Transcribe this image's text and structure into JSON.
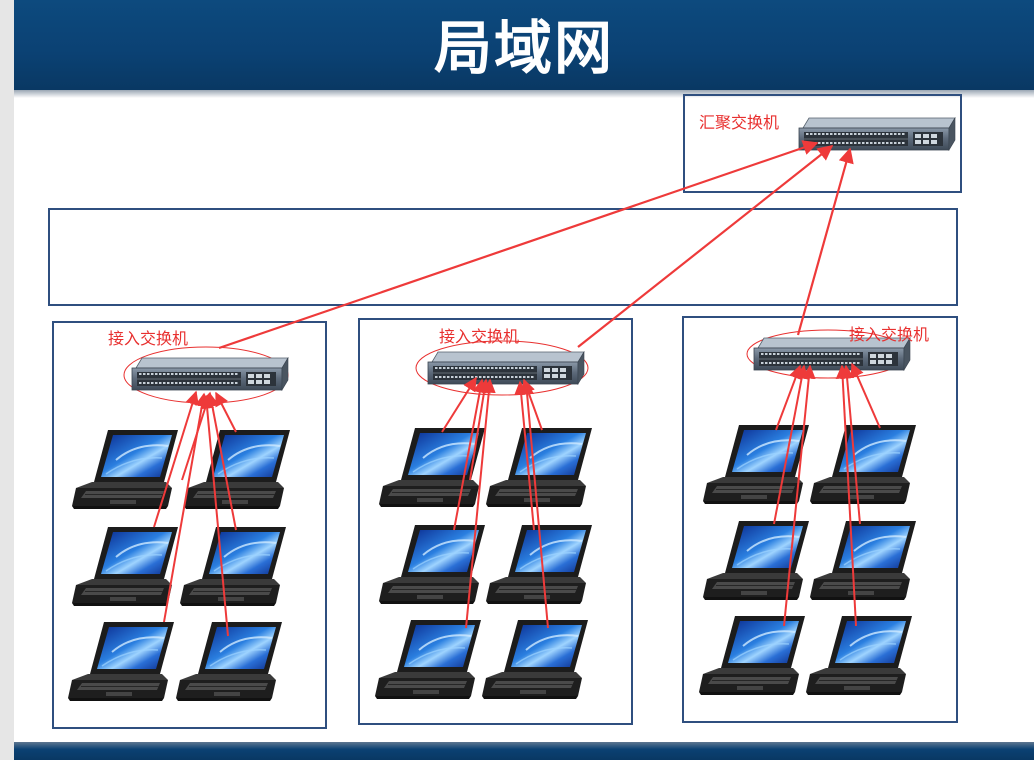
{
  "title": "局域网",
  "aggregation_switch": {
    "label": "汇聚交换机"
  },
  "access_groups": [
    {
      "label": "接入交换机"
    },
    {
      "label": "接入交换机"
    },
    {
      "label": "接入交换机"
    }
  ],
  "colors": {
    "link": "#ee3a3a",
    "ellipse": "#e8302f",
    "label": "#e8302f",
    "frame": "#2f4f7f",
    "title_bar": "#0b4173"
  },
  "icons": [
    "network-switch-icon",
    "laptop-icon"
  ]
}
